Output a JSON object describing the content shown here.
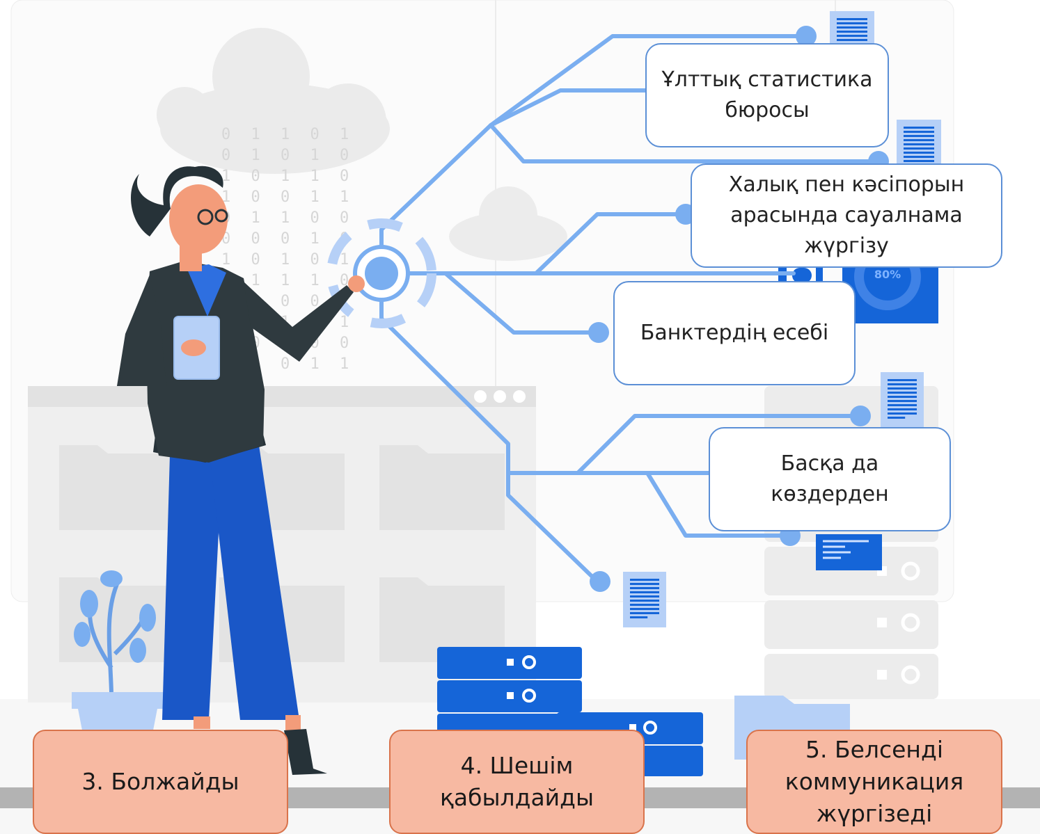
{
  "sources": [
    {
      "label": "Ұлттық статистика\nбюросы"
    },
    {
      "label": "Халық пен кәсіпорын\nарасында сауалнама\nжүргізу"
    },
    {
      "label": "Банктердің есебі"
    },
    {
      "label": "Басқа да\nкөздерден"
    }
  ],
  "actions": [
    {
      "label": "3. Болжайды"
    },
    {
      "label": "4. Шешім\nқабылдайды"
    },
    {
      "label": "5. Белсенді\nкоммуникация\nжүргізеді"
    }
  ],
  "gauge_text": "80%",
  "binary_rows": [
    "0 1 1 0 1",
    "0 1 0 1 0",
    "1 0 1 1 0",
    "1 0 0 1 1",
    "0 1 1 0 0",
    "0 0 0 1 0",
    "1 0 1 0 1",
    "1 1 1 1 0",
    "0 1 0 0 1",
    "1 0 1 1 1",
    "0 0 1 0 0",
    "1 1 0 1 1"
  ],
  "colors": {
    "accent": "#7aaef0",
    "server_blue": "#1565d8",
    "source_border": "#5b8fd6",
    "action_fill": "#f7b9a2",
    "action_border": "#d9734b"
  }
}
